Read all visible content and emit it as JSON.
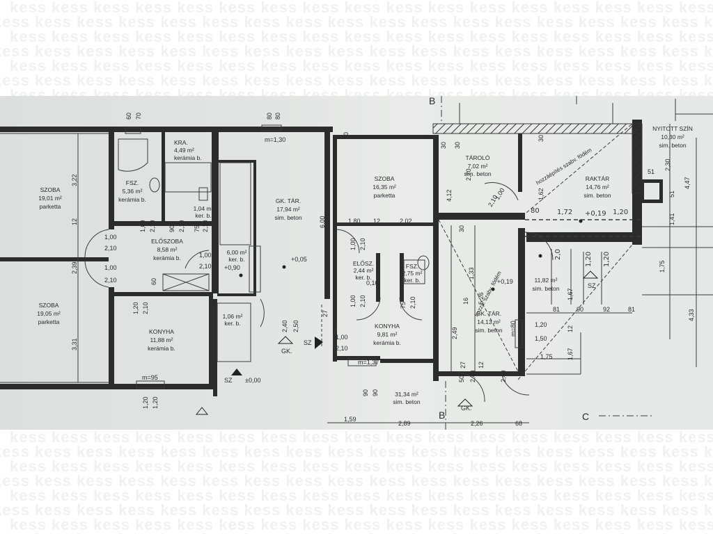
{
  "watermark": {
    "text": "kess"
  },
  "rooms": [
    {
      "id": "szoba-1",
      "name": "SZOBA",
      "area": "19,01 m²",
      "floor": "parketta"
    },
    {
      "id": "szoba-2",
      "name": "SZOBA",
      "area": "19,05 m²",
      "floor": "parketta"
    },
    {
      "id": "fsz-1",
      "name": "FSZ.",
      "area": "5,36 m²",
      "floor": "kerámia b."
    },
    {
      "id": "kra",
      "name": "KRA.",
      "area": "4,49 m²",
      "floor": "kerámia b."
    },
    {
      "id": "wc-1",
      "name": "",
      "area": "1,04 m²",
      "floor": "ker. b."
    },
    {
      "id": "eloszoba-1",
      "name": "ELŐSZOBA",
      "area": "8,58 m²",
      "floor": "kerámia b."
    },
    {
      "id": "konyha-1",
      "name": "KONYHA",
      "area": "11,88 m²",
      "floor": "kerámia b."
    },
    {
      "id": "gk-tar-1",
      "name": "GK. TÁR.",
      "area": "17,94 m²",
      "floor": "sim. beton"
    },
    {
      "id": "lepcso-1",
      "name": "",
      "area": "6,00 m²",
      "floor": "ker. b."
    },
    {
      "id": "lepcso-2",
      "name": "",
      "area": "1,06 m²",
      "floor": "ker. b."
    },
    {
      "id": "szoba-3",
      "name": "SZOBA",
      "area": "16,35 m²",
      "floor": "parketta"
    },
    {
      "id": "elosz-2",
      "name": "ELŐSZ.",
      "area": "2,44 m²",
      "floor": "ker. b."
    },
    {
      "id": "fsz-2",
      "name": "FSZ.",
      "area": "2,75 m²",
      "floor": "ker. b."
    },
    {
      "id": "konyha-2",
      "name": "KONYHA",
      "area": "9,81 m²",
      "floor": "kerámia b."
    },
    {
      "id": "udvar",
      "name": "",
      "area": "31,34 m²",
      "floor": "sim. beton"
    },
    {
      "id": "tarolo",
      "name": "TÁROLÓ",
      "area": "7,02 m²",
      "floor": "sim. beton"
    },
    {
      "id": "gk-tar-2",
      "name": "GK. TÁR.",
      "area": "14,13 m²",
      "floor": "sim. beton"
    },
    {
      "id": "raktar",
      "name": "RAKTÁR",
      "area": "14,76 m²",
      "floor": "sim. beton"
    },
    {
      "id": "raktar-2",
      "name": "",
      "area": "11,82 m²",
      "floor": "sim. beton"
    },
    {
      "id": "nyitott-szin",
      "name": "NYITOTT SZÍN",
      "area": "10,30 m²",
      "floor": "sim. beton"
    }
  ],
  "section_marks": {
    "b_top": "B",
    "b_bottom": "B",
    "c": "C"
  },
  "levels": {
    "l1": "+0,05",
    "l2": "+0,90",
    "l3": "±0,00",
    "l4": "+0,19",
    "l5": "+0,19"
  },
  "dims": {
    "top_60": "60",
    "top_70": "70",
    "top_80a": "80",
    "top_80b": "80",
    "m130": "m=1,30",
    "ten": "10",
    "v322": "3,22",
    "v12a": "12",
    "v239": "2,39",
    "v331": "3,31",
    "v600": "6,00",
    "v27": "27",
    "v12b": "12",
    "d100a": "1,00",
    "d210a": "2,10",
    "d100b": "1,00",
    "d210b": "2,10",
    "d100c": "1,00",
    "d210c": "2,10",
    "d90": "90",
    "d210d": "2,10",
    "d75": "75",
    "d210e": "2,10",
    "d60": "60",
    "d100d": "1,00",
    "d210f": "2,10",
    "d120a": "1,20",
    "d210g": "2,10",
    "m95": "m=95",
    "d120b": "1,20",
    "d120c": "1,20",
    "d240a": "2,40",
    "d250": "2,50",
    "gk_a": "GK.",
    "sz_a": "SZ",
    "sz_b": "SZ",
    "sz_c": "SZ",
    "d100e": "1,00",
    "d210h": "2,10",
    "h180": "1,80",
    "h12a": "12",
    "h202": "2,02",
    "d100f": "1,00",
    "d210i": "2,10",
    "d010": "0,10",
    "d100g": "1,00",
    "d210j": "2,10",
    "d75b": "75",
    "d210k": "2,10",
    "m137": "m=1,37",
    "d90a": "90",
    "d90b": "90",
    "h159": "1,59",
    "h289": "2,89",
    "h226": "2,26",
    "h68": "68",
    "d30a": "30",
    "d30b": "30",
    "d412": "4,12",
    "d270": "2,70",
    "d100h": "1,00",
    "d210l": "2,10",
    "d30c": "30",
    "d249": "2,49",
    "d16": "16",
    "d133": "1,33",
    "d526": "5,26",
    "m80": "m=80",
    "d50": "50",
    "d27b": "27",
    "d240b": "2,40",
    "d12c": "12",
    "d240c": "2,40",
    "gk_b": "GK.",
    "d162": "1,62",
    "d30d": "30",
    "d230": "2,30",
    "d51a": "51",
    "d51b": "51",
    "d447": "4,47",
    "d141": "1,41",
    "d175a": "1,75",
    "d433": "4,33",
    "d167a": "1,67",
    "d12d": "12",
    "d167b": "1,67",
    "d81a": "81",
    "d90c": "90",
    "d92": "92",
    "d81b": "81",
    "d120d": "1,20",
    "d150": "1,50",
    "d175b": "1,75",
    "hw80": "80",
    "hw172": "1,72",
    "hw120": "1,20",
    "hw120b": "1,20",
    "hw120c": "1,20",
    "hw20": "2,0",
    "hozzaepites": "hozzáépítés szabv. födém",
    "hozzafodem": "hozzá. szabv. födém"
  }
}
